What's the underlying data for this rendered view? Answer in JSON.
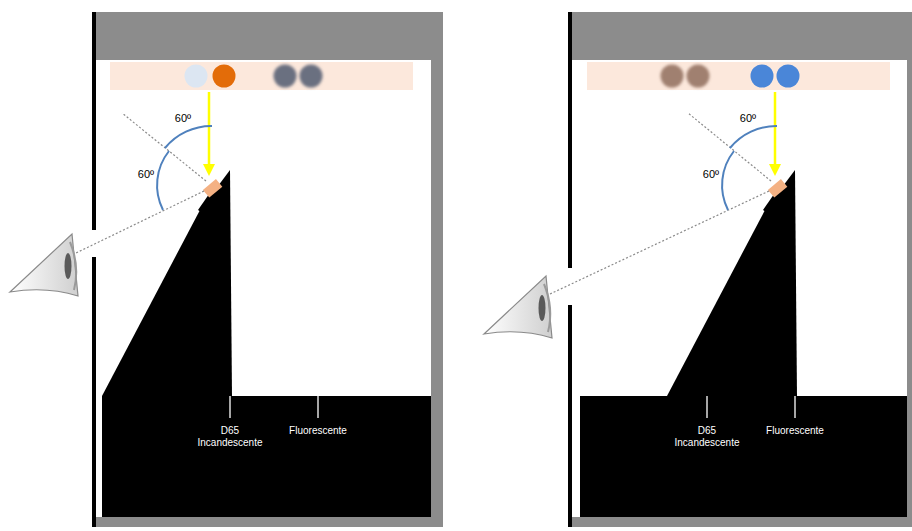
{
  "diagram": {
    "labels": [
      "60º",
      "60º",
      "D65 Incandescente",
      "Fluorescente",
      "60º",
      "60º",
      "D65 Incandescente",
      "Fluorescente"
    ]
  }
}
